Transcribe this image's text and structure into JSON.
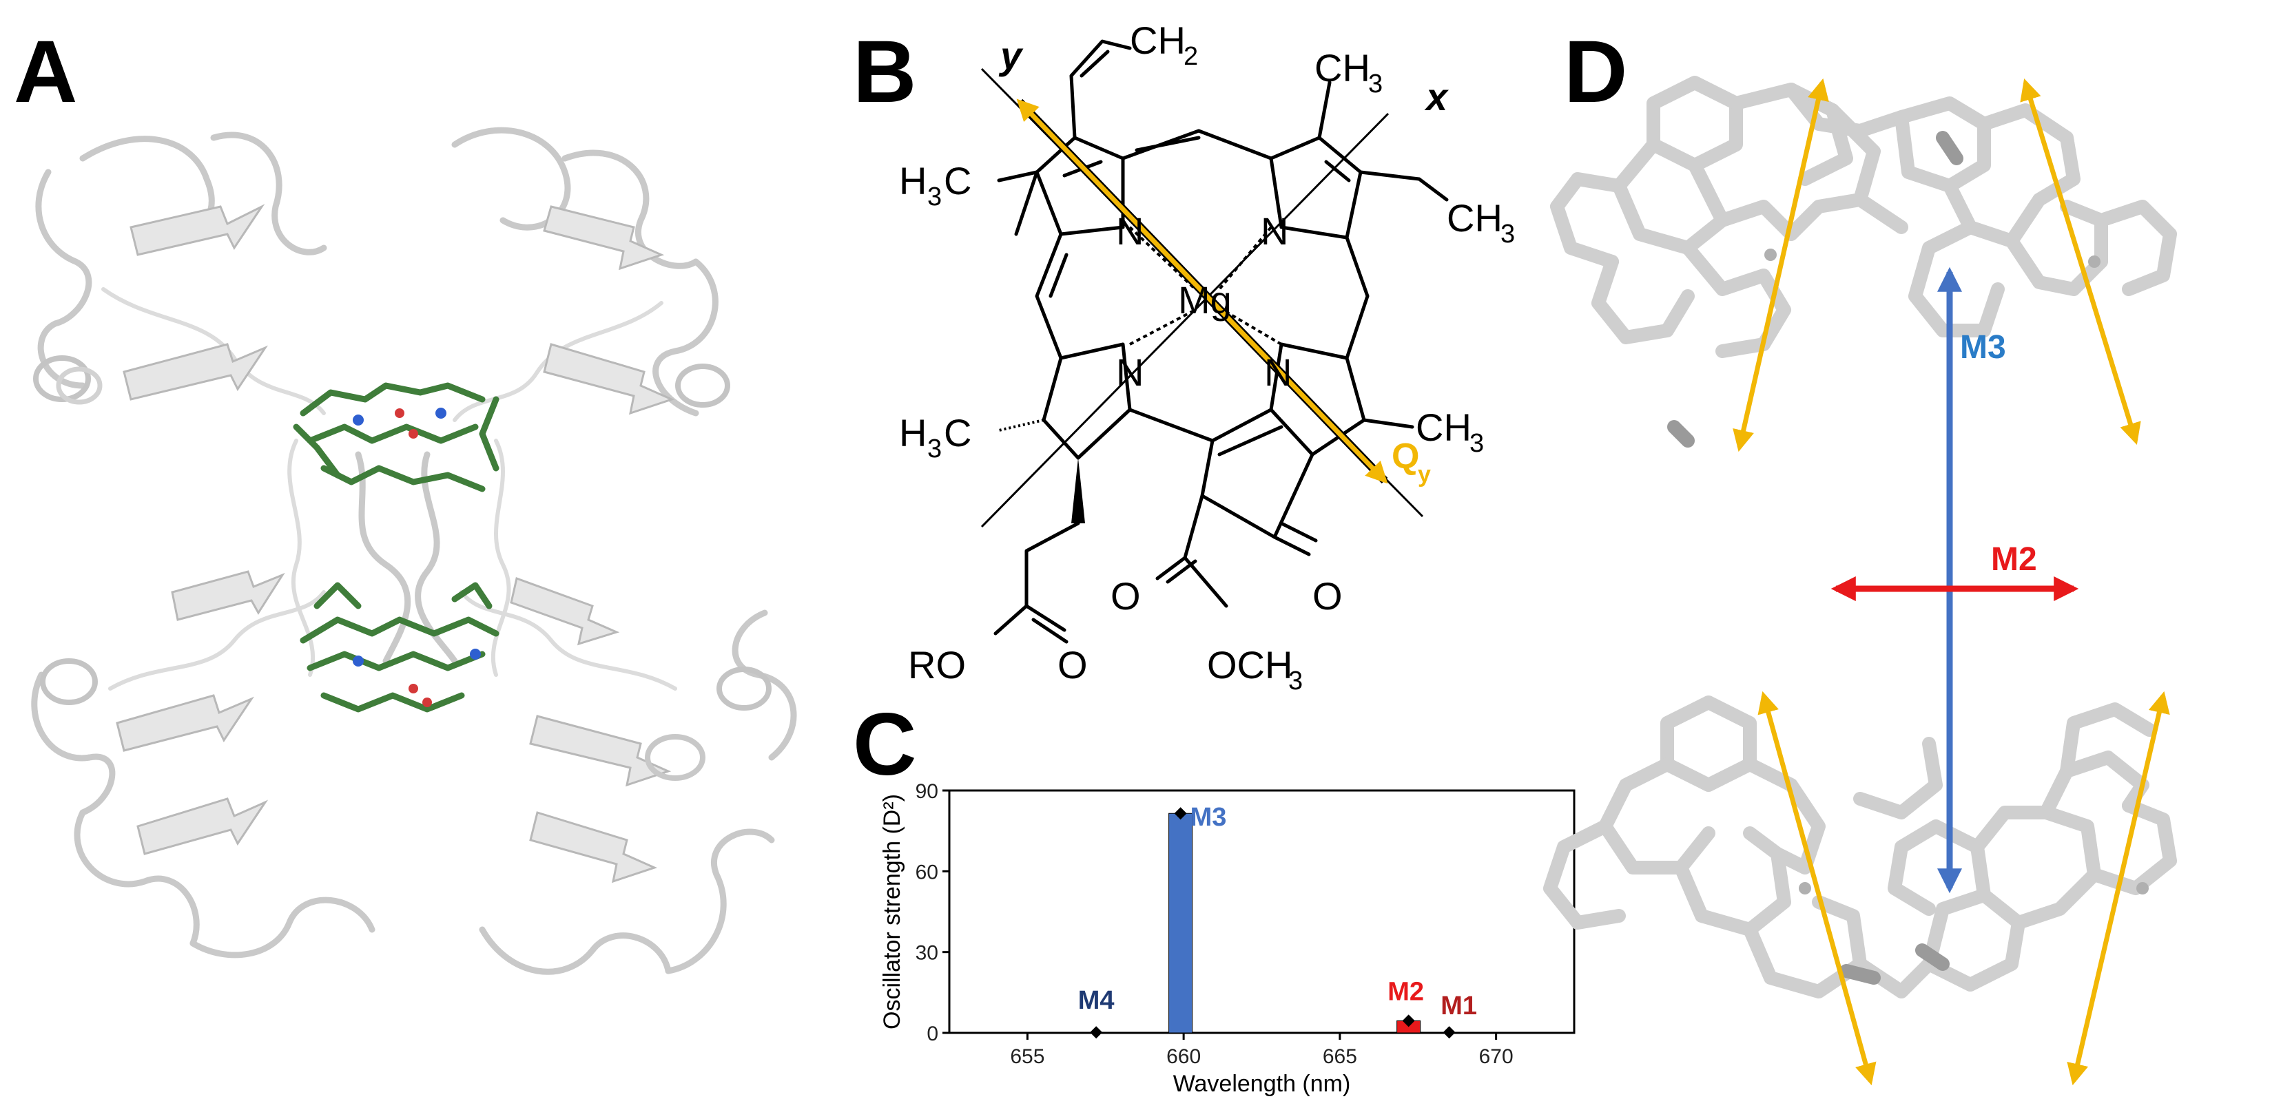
{
  "panels": {
    "a": {
      "letter": "A"
    },
    "b": {
      "letter": "B",
      "axis_y_label": "y",
      "axis_x_label": "x",
      "qy_main": "Q",
      "qy_sub": "y",
      "metal": "Mg",
      "n1": "N",
      "n2": "N",
      "n3": "N",
      "n4": "N",
      "vinyl_ch": "CH",
      "vinyl_sub": "2",
      "me_top_main": "CH",
      "me_top_sub": "3",
      "me_left_h": "H",
      "me_left_sub": "3",
      "me_left_c": "C",
      "ethyl_main": "CH",
      "ethyl_sub": "3",
      "me_right_main": "CH",
      "me_right_sub": "3",
      "me_low_h": "H",
      "me_low_sub": "3",
      "me_low_c": "C",
      "keto_o": "O",
      "ester_o": "O",
      "ester_och": "OCH",
      "ester_sub": "3",
      "ro": "RO",
      "chain_o": "O"
    },
    "c": {
      "letter": "C"
    },
    "d": {
      "letter": "D",
      "m3_label": "M3",
      "m2_label": "M2"
    }
  },
  "colors": {
    "qy_arrow": "#f2b705",
    "m3": "#4472c4",
    "m3_text": "#2a7cc7",
    "m2": "#e8191b",
    "m4_text": "#1f3a73",
    "m1_text": "#b21e1e"
  },
  "chart_data": {
    "type": "bar",
    "title": "",
    "xlabel": "Wavelength (nm)",
    "ylabel": "Oscillator strength (D²)",
    "xlim": [
      652.5,
      672.5
    ],
    "ylim": [
      0,
      90
    ],
    "xticks": [
      655,
      660,
      665,
      670
    ],
    "yticks": [
      0,
      30,
      60,
      90
    ],
    "bar_width_nm": 0.75,
    "bars": [
      {
        "name": "M4",
        "x": 657.2,
        "value": 0.2,
        "color": "#1f3a73"
      },
      {
        "name": "M3",
        "x": 659.9,
        "value": 81.5,
        "color": "#4472c4"
      },
      {
        "name": "M2",
        "x": 667.2,
        "value": 4.5,
        "color": "#e8191b"
      },
      {
        "name": "M1",
        "x": 668.5,
        "value": 0.2,
        "color": "#b21e1e"
      }
    ]
  }
}
